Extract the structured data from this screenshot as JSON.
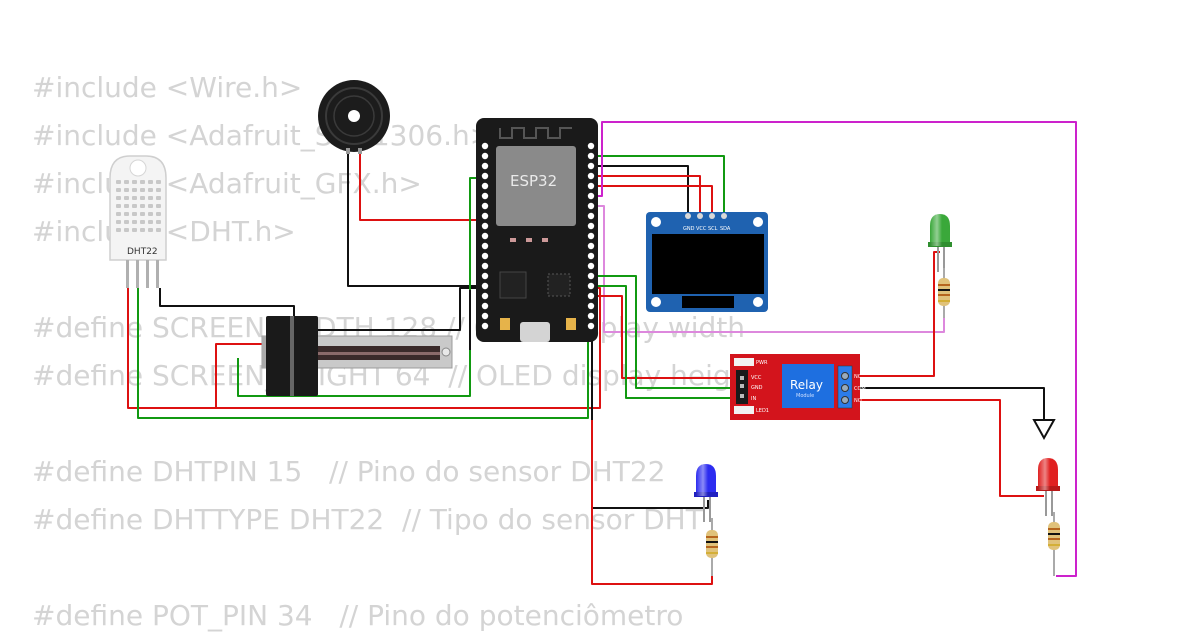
{
  "code_lines": [
    "#include <Wire.h>",
    "#include <Adafruit_SSD1306.h>",
    "#include <Adafruit_GFX.h>",
    "#include <DHT.h>",
    "",
    "#define SCREEN_WIDTH 128 // OLED display width",
    "#define SCREEN_HEIGHT 64  // OLED display height",
    "",
    "#define DHTPIN 15   // Pino do sensor DHT22",
    "#define DHTTYPE DHT22  // Tipo do sensor DHT",
    "",
    "#define POT_PIN 34   // Pino do potenciômetro"
  ],
  "components": {
    "esp32": {
      "label": "ESP32"
    },
    "dht22": {
      "label": "DHT22"
    },
    "relay": {
      "label": "Relay",
      "sub_label": "Module",
      "left_pins": [
        "VCC",
        "GND",
        "IN"
      ],
      "right_pins": [
        "NC",
        "COM",
        "NO"
      ],
      "pwr": "PWR",
      "led1": "LED1"
    },
    "oled": {
      "pins": [
        "GND",
        "VCC",
        "SCL",
        "SDA"
      ]
    },
    "leds": [
      {
        "id": "green-led",
        "color": "#3aa83a"
      },
      {
        "id": "red-led",
        "color": "#e02020"
      },
      {
        "id": "blue-led",
        "color": "#2c2cf0"
      }
    ]
  },
  "wire_colors": {
    "red": "#dd1111",
    "black": "#111111",
    "green": "#119911",
    "magenta": "#cc22cc",
    "violet": "#dd88dd"
  }
}
